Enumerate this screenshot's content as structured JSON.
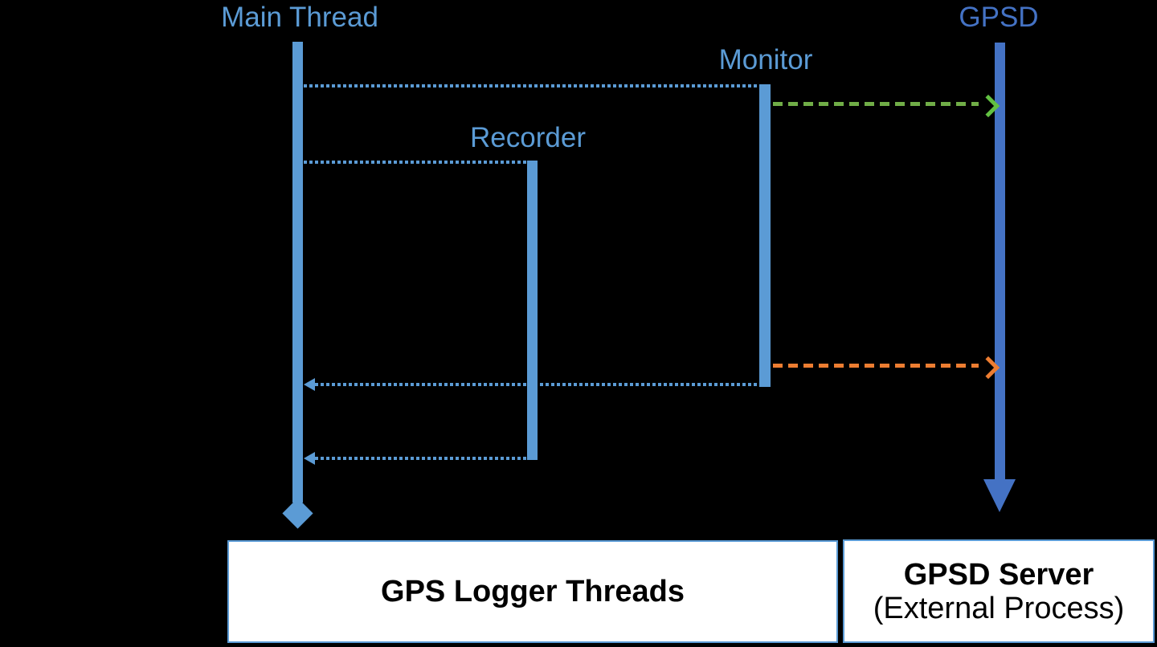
{
  "colors": {
    "background": "#000000",
    "thread-blue": "#5B9BD5",
    "gpsd-blue": "#4472C4",
    "arrow-green": "#70AD47",
    "arrow-green-head": "#62C142",
    "arrow-orange": "#ED7D31",
    "box-border": "#5B9BD5",
    "box-bg": "#FFFFFF",
    "box-text": "#000000"
  },
  "lifelines": {
    "main_thread": {
      "label": "Main Thread"
    },
    "recorder": {
      "label": "Recorder"
    },
    "monitor": {
      "label": "Monitor"
    },
    "gpsd": {
      "label": "GPSD"
    }
  },
  "group_boxes": {
    "logger": {
      "label": "GPS Logger Threads"
    },
    "gpsd_server": {
      "line1": "GPSD Server",
      "line2": "(External Process)"
    }
  }
}
